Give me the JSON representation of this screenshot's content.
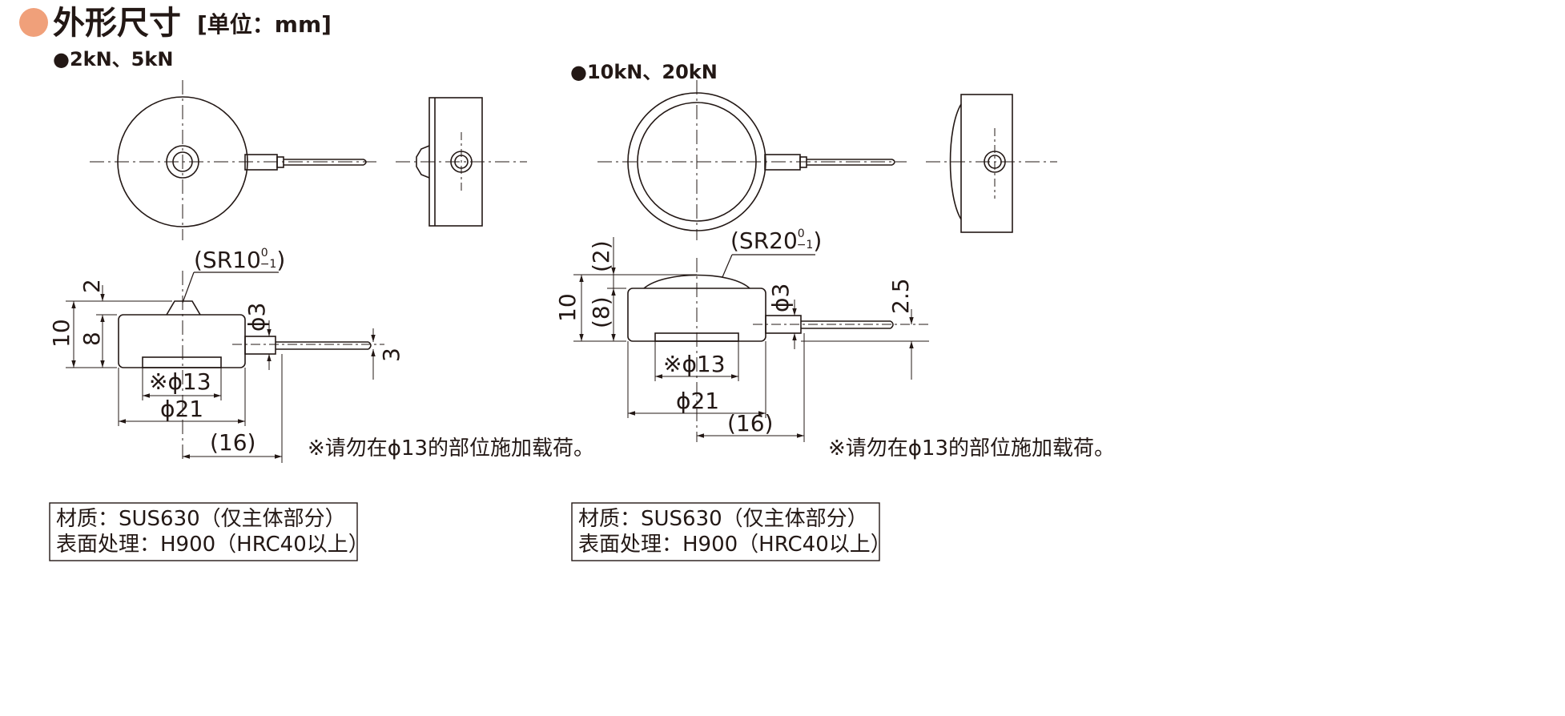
{
  "header": {
    "title": "外形尺寸",
    "unit": "[单位：mm]",
    "bullet_color": "#F0A07A"
  },
  "left": {
    "model": "●2kN、5kN",
    "sr_label": "(SR10",
    "sr_tol_upper": "0",
    "sr_tol_lower": "−1",
    "sr_close": ")",
    "dims": {
      "d2": "2",
      "d10": "10",
      "d8": "8",
      "phi3": "ϕ3",
      "d3": "3",
      "phi13": "※ϕ13",
      "phi21": "ϕ21",
      "d16": "(16)"
    },
    "note": "※请勿在ϕ13的部位施加载荷。",
    "spec_line1": "材质：SUS630（仅主体部分）",
    "spec_line2": "表面处理：H900（HRC40以上）"
  },
  "right": {
    "model": "●10kN、20kN",
    "sr_label": "(SR20",
    "sr_tol_upper": "0",
    "sr_tol_lower": "−1",
    "sr_close": ")",
    "dims": {
      "d2": "(2)",
      "d10": "10",
      "d8": "(8)",
      "phi3": "ϕ3",
      "d25": "2.5",
      "phi13": "※ϕ13",
      "phi21": "ϕ21",
      "d16": "(16)"
    },
    "note": "※请勿在ϕ13的部位施加载荷。",
    "spec_line1": "材质：SUS630（仅主体部分）",
    "spec_line2": "表面处理：H900（HRC40以上）"
  },
  "colors": {
    "line": "#231815",
    "text": "#231815"
  }
}
